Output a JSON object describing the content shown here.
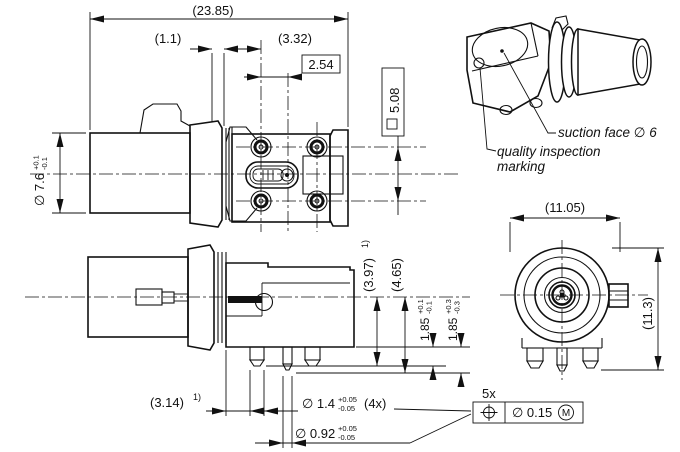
{
  "top_view": {
    "overall_length": "(23.85)",
    "flange_width": "(1.1)",
    "body_offset": "(3.32)",
    "pitch": "2.54",
    "square_size": "5.08",
    "barrel_dia": "∅ 7.6",
    "barrel_tol_plus": "+0.1",
    "barrel_tol_minus": "-0.1"
  },
  "iso_view": {
    "suction_note": "suction face ∅ 6",
    "quality_note_line1": "quality inspection",
    "quality_note_line2": "marking"
  },
  "side_view": {
    "offset": "(3.14)",
    "footnote": "1)",
    "pin_reach_a": "(3.97)",
    "pin_reach_b": "(4.65)",
    "protrusion_a": {
      "val": "1.85",
      "plus": "+0.1",
      "minus": "-0.1"
    },
    "protrusion_b": {
      "val": "1.85",
      "plus": "+0.3",
      "minus": "-0.3"
    },
    "pin_outer": {
      "dia": "∅ 1.4",
      "plus": "+0.05",
      "minus": "-0.05",
      "count": "(4x)"
    },
    "pin_center": {
      "dia": "∅ 0.92",
      "plus": "+0.05",
      "minus": "-0.05"
    }
  },
  "front_view": {
    "width": "(11.05)",
    "height": "(11.3)"
  },
  "fcf": {
    "count": "5x",
    "symbol": "position",
    "tolerance": "∅ 0.15",
    "modifier": "M"
  }
}
